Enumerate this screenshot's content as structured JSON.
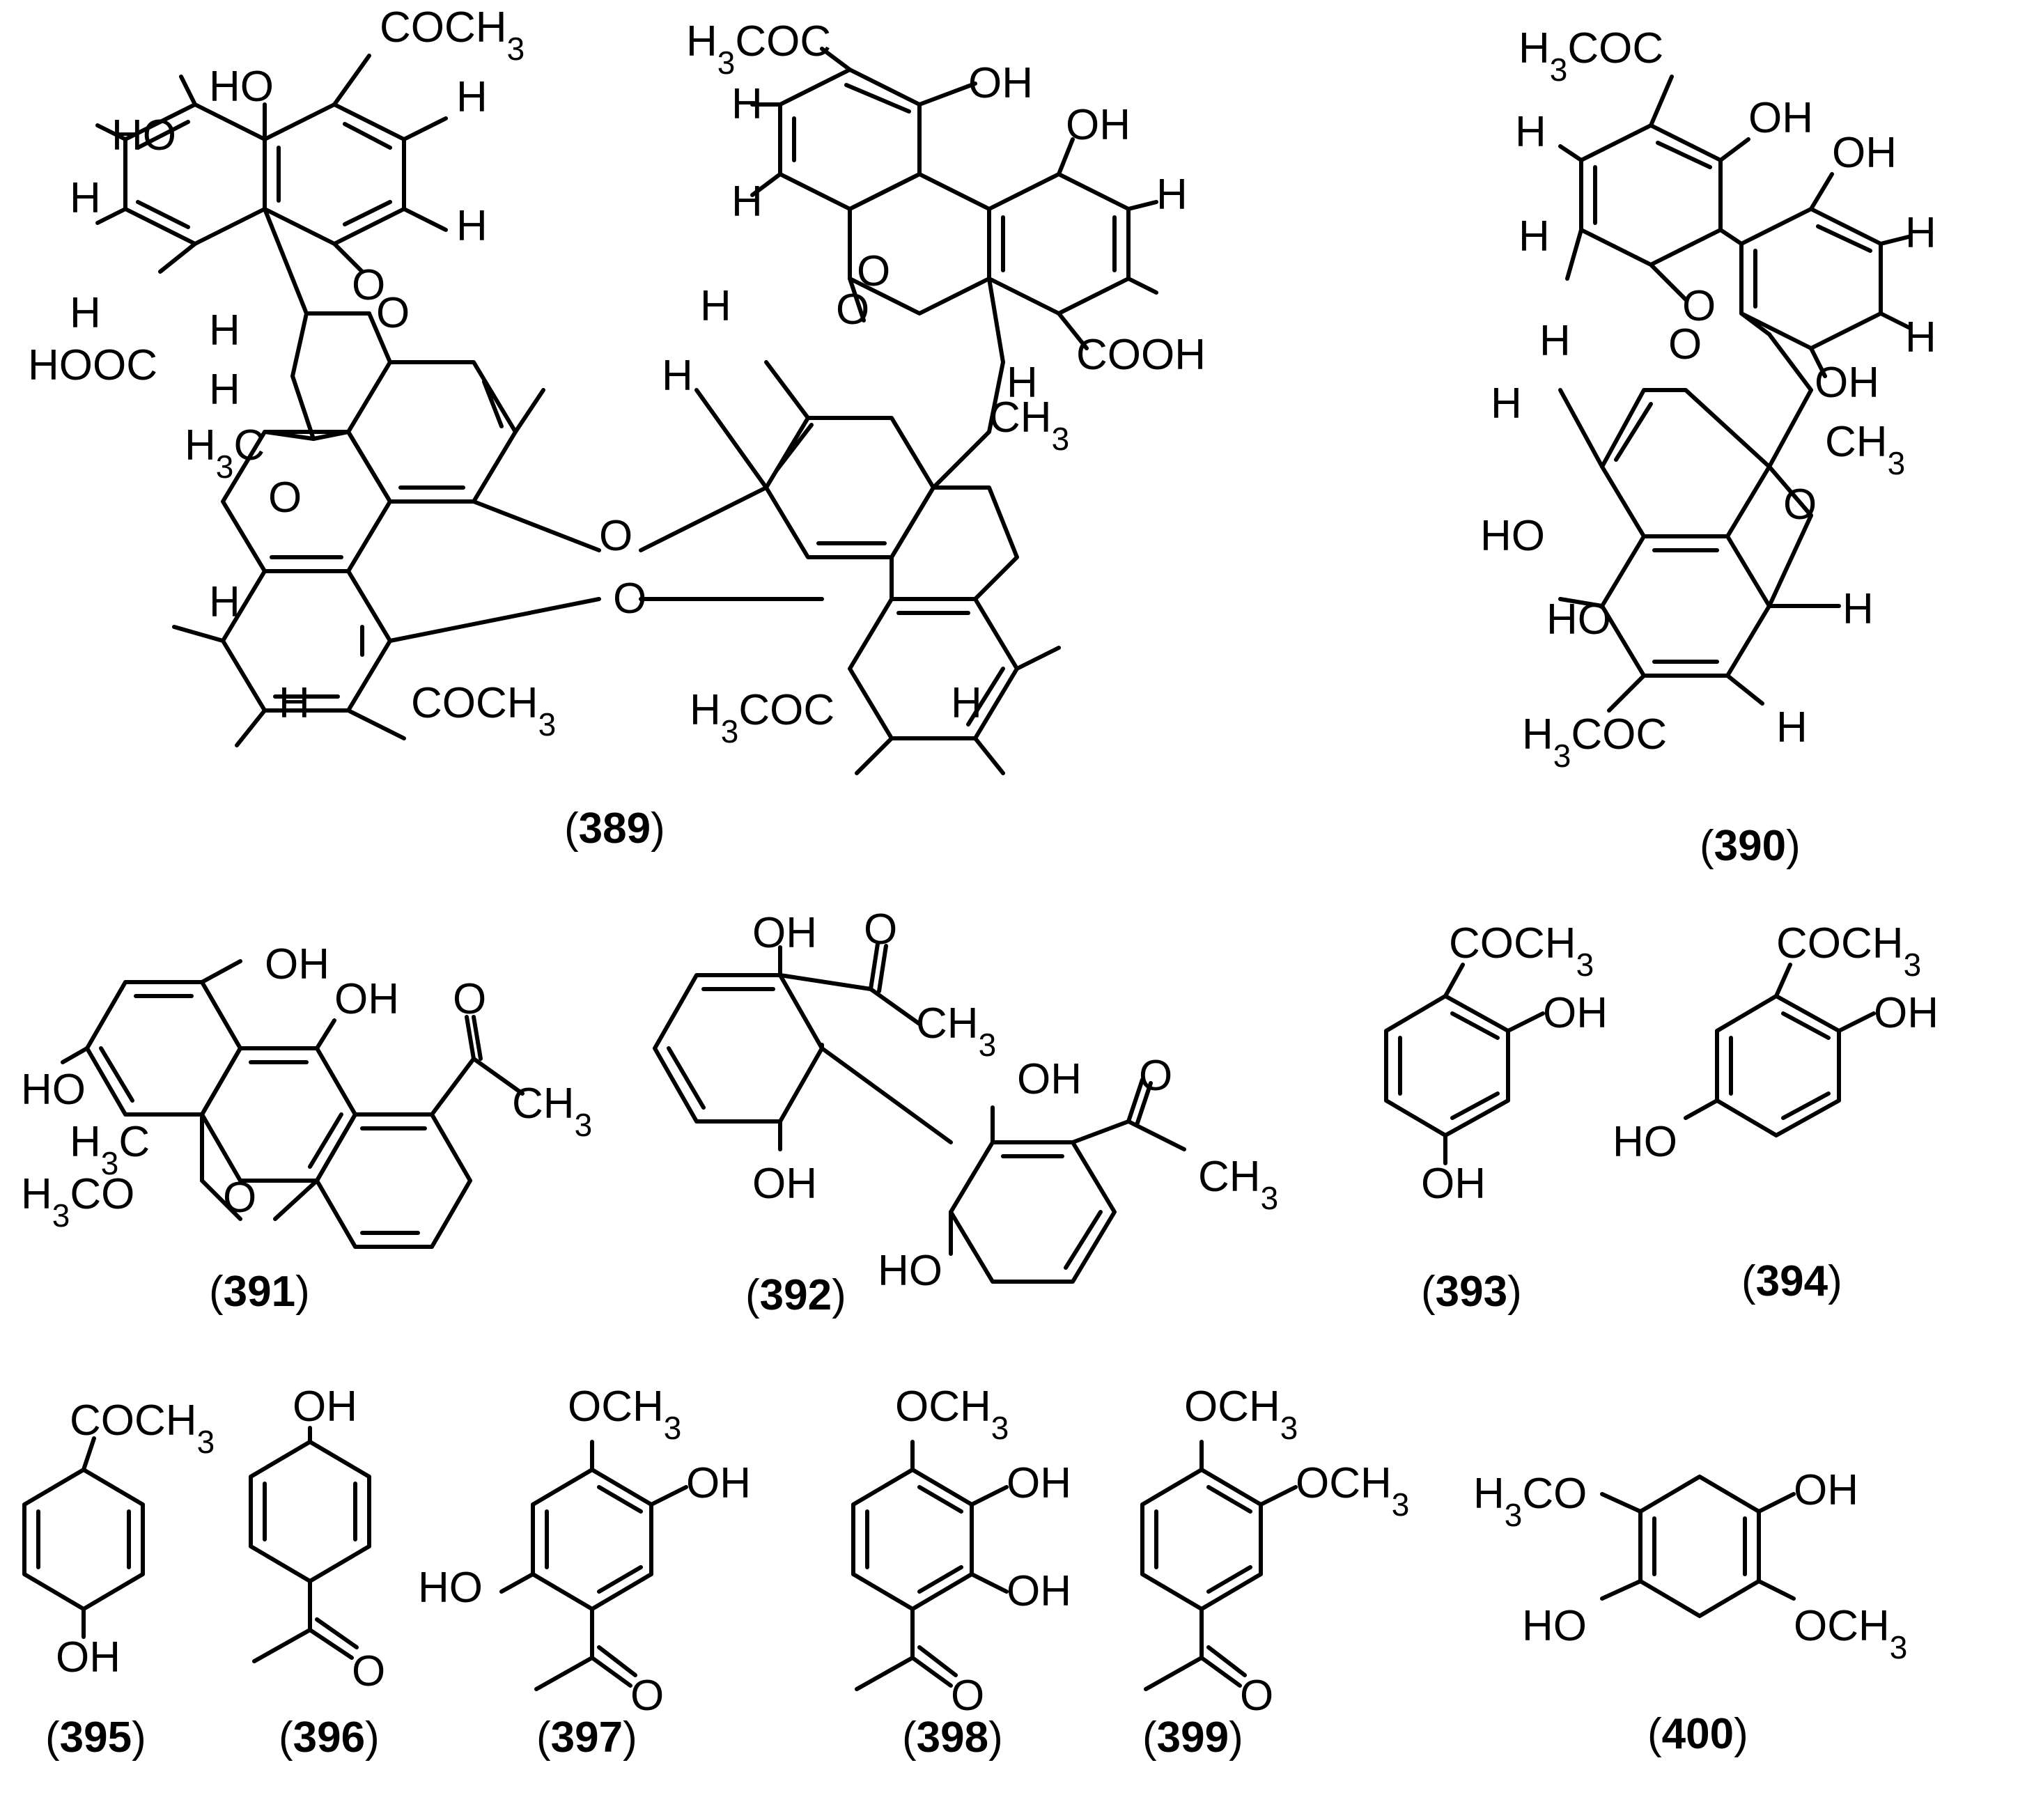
{
  "figure": {
    "compounds": [
      {
        "id": "389",
        "label_open": "(",
        "number": "389",
        "label_close": ")",
        "groups": [
          "COCH3",
          "HO",
          "HO",
          "H",
          "H",
          "H",
          "HOOC",
          "H",
          "O",
          "O",
          "H",
          "H",
          "H3C",
          "O",
          "H",
          "H",
          "COCH3",
          "O",
          "O",
          "H3COC",
          "OH",
          "OH",
          "H",
          "H",
          "O",
          "O",
          "H",
          "H",
          "H",
          "CH3",
          "COOH",
          "H",
          "H3COC",
          "H"
        ]
      },
      {
        "id": "390",
        "label_open": "(",
        "number": "390",
        "label_close": ")",
        "groups": [
          "H3COC",
          "OH",
          "OH",
          "H",
          "H",
          "H",
          "H",
          "O",
          "O",
          "OH",
          "H",
          "H",
          "CH3",
          "HO",
          "O",
          "HO",
          "H",
          "H3COC",
          "H"
        ]
      },
      {
        "id": "391",
        "label_open": "(",
        "number": "391",
        "label_close": ")",
        "groups": [
          "OH",
          "OH",
          "O",
          "HO",
          "CH3",
          "H3C",
          "H3CO",
          "O"
        ]
      },
      {
        "id": "392",
        "label_open": "(",
        "number": "392",
        "label_close": ")",
        "groups": [
          "OH",
          "O",
          "CH3",
          "OH",
          "O",
          "OH",
          "CH3",
          "HO"
        ]
      },
      {
        "id": "393",
        "label_open": "(",
        "number": "393",
        "label_close": ")",
        "groups": [
          "COCH3",
          "OH",
          "OH"
        ]
      },
      {
        "id": "394",
        "label_open": "(",
        "number": "394",
        "label_close": ")",
        "groups": [
          "COCH3",
          "OH",
          "HO"
        ]
      },
      {
        "id": "395",
        "label_open": "(",
        "number": "395",
        "label_close": ")",
        "groups": [
          "COCH3",
          "OH"
        ]
      },
      {
        "id": "396",
        "label_open": "(",
        "number": "396",
        "label_close": ")",
        "groups": [
          "OH",
          "O"
        ]
      },
      {
        "id": "397",
        "label_open": "(",
        "number": "397",
        "label_close": ")",
        "groups": [
          "OCH3",
          "OH",
          "HO",
          "O"
        ]
      },
      {
        "id": "398",
        "label_open": "(",
        "number": "398",
        "label_close": ")",
        "groups": [
          "OCH3",
          "OH",
          "OH",
          "O"
        ]
      },
      {
        "id": "399",
        "label_open": "(",
        "number": "399",
        "label_close": ")",
        "groups": [
          "OCH3",
          "OCH3",
          "O"
        ]
      },
      {
        "id": "400",
        "label_open": "(",
        "number": "400",
        "label_close": ")",
        "groups": [
          "H3CO",
          "OH",
          "HO",
          "OCH3"
        ]
      }
    ]
  }
}
